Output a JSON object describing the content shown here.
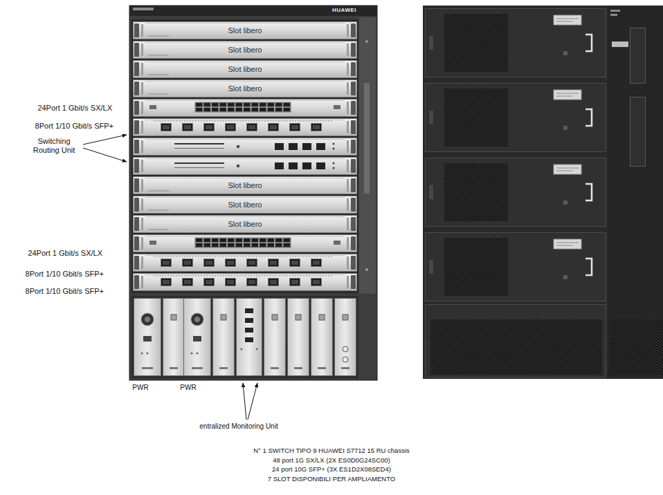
{
  "diagram": {
    "nodes": [
      {
        "text": [
          "HUAWEI"
        ]
      },
      {
        "text": [
          "Slot libero"
        ],
        "in": 0
      },
      {
        "text": [
          "Slot libero"
        ],
        "in": 0
      },
      {
        "text": [
          "Slot libero"
        ],
        "in": 0
      },
      {
        "text": [
          "Slot libero"
        ],
        "in": 0
      },
      {
        "text": [
          "Slot libero"
        ],
        "in": 0
      },
      {
        "text": [
          "Slot libero"
        ],
        "in": 0
      },
      {
        "text": [
          "Slot libero"
        ],
        "in": 0
      }
    ],
    "labels": [
      "24Port 1 Gbit/s SX/LX",
      "8Port 1/10 Gbit/s SFP+",
      "Switching Routing Unit",
      "24Port 1 Gbit/s SX/LX",
      "8Port 1/10 Gbit/s SFP+",
      "8Port 1/10 Gbit/s SFP+",
      "PWR",
      "PWR",
      "entralized Monitoring Unit",
      "N° 1 SWITCH TIPO 9 HUAWEI S7712 15 RU chassis",
      "48 port 1G SX/LX (2X ES0D0G24SC00)",
      "24 port 10G SFP+ (3X ES1D2X08SED4)",
      "7 SLOT DISPONIBILI PER AMPLIAMENTO"
    ]
  }
}
